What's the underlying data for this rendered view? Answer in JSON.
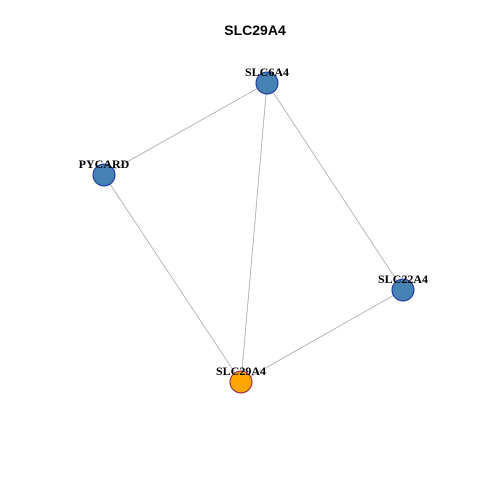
{
  "title": "SLC29A4",
  "graph": {
    "nodes": [
      {
        "id": "SLC6A4",
        "label": "SLC6A4",
        "color": "#4682B4",
        "border": "#1a2f9e"
      },
      {
        "id": "PYCARD",
        "label": "PYCARD",
        "color": "#4682B4",
        "border": "#1a2f9e"
      },
      {
        "id": "SLC22A4",
        "label": "SLC22A4",
        "color": "#4682B4",
        "border": "#1a2f9e"
      },
      {
        "id": "SLC29A4",
        "label": "SLC29A4",
        "color": "#FFA500",
        "border": "#8B2252"
      }
    ],
    "edges": [
      {
        "source": "SLC6A4",
        "target": "PYCARD"
      },
      {
        "source": "SLC6A4",
        "target": "SLC29A4"
      },
      {
        "source": "SLC6A4",
        "target": "SLC22A4"
      },
      {
        "source": "PYCARD",
        "target": "SLC29A4"
      },
      {
        "source": "SLC22A4",
        "target": "SLC29A4"
      }
    ]
  }
}
